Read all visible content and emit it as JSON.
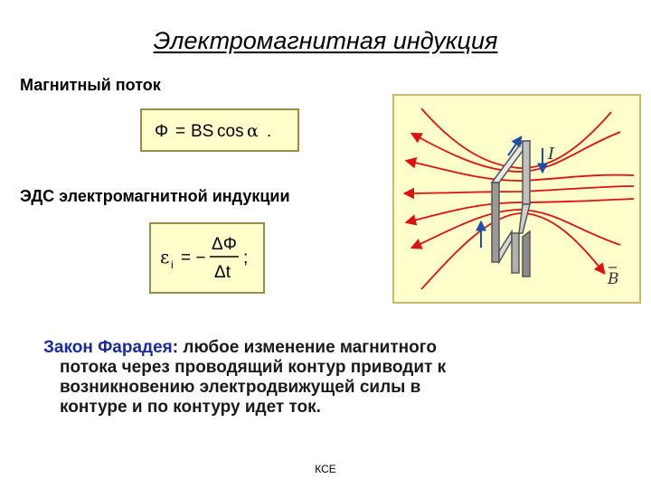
{
  "title": "Электромагнитная индукция",
  "section_flux": "Магнитный поток",
  "flux_formula": {
    "lhs": "Φ",
    "eq": "=",
    "rhs_bs": "BS",
    "cos": "cos",
    "alpha": "α",
    "end": "."
  },
  "section_emf": "ЭДС электромагнитной индукции",
  "emf_formula": {
    "eps": "ε",
    "sub": "i",
    "eq": "= −",
    "num": "ΔΦ",
    "den": "Δt",
    "end": ";"
  },
  "figure": {
    "current_label": "I",
    "field_label": "B",
    "colors": {
      "field_lines": "#e01010",
      "frame": "#555555",
      "current_arrow": "#1f4ea8",
      "background": "#ffffcc"
    }
  },
  "law": {
    "lead": "Закон Фарадея",
    "line1": ": любое изменение магнитного",
    "line2": "потока через проводящий контур приводит к",
    "line3": "возникновению электродвижущей силы в",
    "line4": "контуре и по контуру идет ток."
  },
  "footer": "КСЕ"
}
